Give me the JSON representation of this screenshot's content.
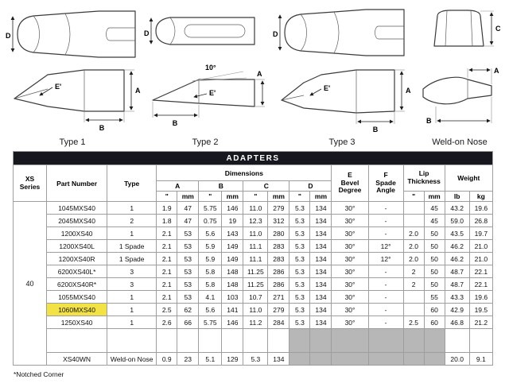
{
  "diagrams": {
    "type1": {
      "caption": "Type 1",
      "dim_d": "D",
      "dim_e": "E'",
      "dim_a": "A",
      "dim_b": "B"
    },
    "type2": {
      "caption": "Type 2",
      "dim_d": "D",
      "dim_angle": "10°",
      "dim_e": "E'",
      "dim_a": "A",
      "dim_b": "B"
    },
    "type3": {
      "caption": "Type 3",
      "dim_d": "D",
      "dim_e": "E'",
      "dim_a": "A",
      "dim_b": "B"
    },
    "weldon": {
      "caption": "Weld-on Nose",
      "dim_c": "C",
      "dim_a": "A",
      "dim_b": "B"
    }
  },
  "table": {
    "title": "ADAPTERS",
    "series": "40",
    "headers": {
      "xs_series": "XS\nSeries",
      "part_number": "Part Number",
      "type": "Type",
      "dimensions": "Dimensions",
      "a": "A",
      "b": "B",
      "c": "C",
      "d": "D",
      "in_unit": "\"",
      "mm_unit": "mm",
      "e_bevel": "E\nBevel\nDegree",
      "f_spade": "F\nSpade\nAngle",
      "lip_thickness": "Lip\nThickness",
      "weight": "Weight",
      "lb": "lb",
      "kg": "kg"
    },
    "rows": [
      {
        "part_number": "1045MXS40",
        "type": "1",
        "a_in": "1.9",
        "a_mm": "47",
        "b_in": "5.75",
        "b_mm": "146",
        "c_in": "11.0",
        "c_mm": "279",
        "d_in": "5.3",
        "d_mm": "134",
        "e_bevel": "30°",
        "f_spade": "-",
        "lip_in": "",
        "lip_mm": "45",
        "lb": "43.2",
        "kg": "19.6"
      },
      {
        "part_number": "2045MXS40",
        "type": "2",
        "a_in": "1.8",
        "a_mm": "47",
        "b_in": "0.75",
        "b_mm": "19",
        "c_in": "12.3",
        "c_mm": "312",
        "d_in": "5.3",
        "d_mm": "134",
        "e_bevel": "30°",
        "f_spade": "-",
        "lip_in": "",
        "lip_mm": "45",
        "lb": "59.0",
        "kg": "26.8"
      },
      {
        "part_number": "1200XS40",
        "type": "1",
        "a_in": "2.1",
        "a_mm": "53",
        "b_in": "5.6",
        "b_mm": "143",
        "c_in": "11.0",
        "c_mm": "280",
        "d_in": "5.3",
        "d_mm": "134",
        "e_bevel": "30°",
        "f_spade": "-",
        "lip_in": "2.0",
        "lip_mm": "50",
        "lb": "43.5",
        "kg": "19.7"
      },
      {
        "part_number": "1200XS40L",
        "type": "1 Spade",
        "a_in": "2.1",
        "a_mm": "53",
        "b_in": "5.9",
        "b_mm": "149",
        "c_in": "11.1",
        "c_mm": "283",
        "d_in": "5.3",
        "d_mm": "134",
        "e_bevel": "30°",
        "f_spade": "12°",
        "lip_in": "2.0",
        "lip_mm": "50",
        "lb": "46.2",
        "kg": "21.0"
      },
      {
        "part_number": "1200XS40R",
        "type": "1 Spade",
        "a_in": "2.1",
        "a_mm": "53",
        "b_in": "5.9",
        "b_mm": "149",
        "c_in": "11.1",
        "c_mm": "283",
        "d_in": "5.3",
        "d_mm": "134",
        "e_bevel": "30°",
        "f_spade": "12°",
        "lip_in": "2.0",
        "lip_mm": "50",
        "lb": "46.2",
        "kg": "21.0"
      },
      {
        "part_number": "6200XS40L*",
        "type": "3",
        "a_in": "2.1",
        "a_mm": "53",
        "b_in": "5.8",
        "b_mm": "148",
        "c_in": "11.25",
        "c_mm": "286",
        "d_in": "5.3",
        "d_mm": "134",
        "e_bevel": "30°",
        "f_spade": "-",
        "lip_in": "2",
        "lip_mm": "50",
        "lb": "48.7",
        "kg": "22.1"
      },
      {
        "part_number": "6200XS40R*",
        "type": "3",
        "a_in": "2.1",
        "a_mm": "53",
        "b_in": "5.8",
        "b_mm": "148",
        "c_in": "11.25",
        "c_mm": "286",
        "d_in": "5.3",
        "d_mm": "134",
        "e_bevel": "30°",
        "f_spade": "-",
        "lip_in": "2",
        "lip_mm": "50",
        "lb": "48.7",
        "kg": "22.1"
      },
      {
        "part_number": "1055MXS40",
        "type": "1",
        "a_in": "2.1",
        "a_mm": "53",
        "b_in": "4.1",
        "b_mm": "103",
        "c_in": "10.7",
        "c_mm": "271",
        "d_in": "5.3",
        "d_mm": "134",
        "e_bevel": "30°",
        "f_spade": "-",
        "lip_in": "",
        "lip_mm": "55",
        "lb": "43.3",
        "kg": "19.6"
      },
      {
        "part_number": "1060MXS40",
        "type": "1",
        "highlight": true,
        "a_in": "2.5",
        "a_mm": "62",
        "b_in": "5.6",
        "b_mm": "141",
        "c_in": "11.0",
        "c_mm": "279",
        "d_in": "5.3",
        "d_mm": "134",
        "e_bevel": "30°",
        "f_spade": "-",
        "lip_in": "",
        "lip_mm": "60",
        "lb": "42.9",
        "kg": "19.5"
      },
      {
        "part_number": "1250XS40",
        "type": "1",
        "a_in": "2.6",
        "a_mm": "66",
        "b_in": "5.75",
        "b_mm": "146",
        "c_in": "11.2",
        "c_mm": "284",
        "d_in": "5.3",
        "d_mm": "134",
        "e_bevel": "30°",
        "f_spade": "-",
        "lip_in": "2.5",
        "lip_mm": "60",
        "lb": "46.8",
        "kg": "21.2"
      }
    ],
    "spacer_row": {
      "spacer": true,
      "gray": [
        "d_in",
        "d_mm",
        "e_bevel",
        "f_spade",
        "lip_in",
        "lip_mm"
      ]
    },
    "weldon_row": {
      "part_number": "XS40WN",
      "type": "Weld-on Nose",
      "a_in": "0.9",
      "a_mm": "23",
      "b_in": "5.1",
      "b_mm": "129",
      "c_in": "5.3",
      "c_mm": "134",
      "d_in": "",
      "d_mm": "",
      "e_bevel": "",
      "f_spade": "",
      "lip_in": "",
      "lip_mm": "",
      "lb": "20.0",
      "kg": "9.1",
      "gray": [
        "d_in",
        "d_mm",
        "e_bevel",
        "f_spade",
        "lip_in",
        "lip_mm"
      ]
    },
    "highlight_color": "#f3e243",
    "gray_color": "#b7b7b7"
  },
  "footnote": "*Notched Corner"
}
